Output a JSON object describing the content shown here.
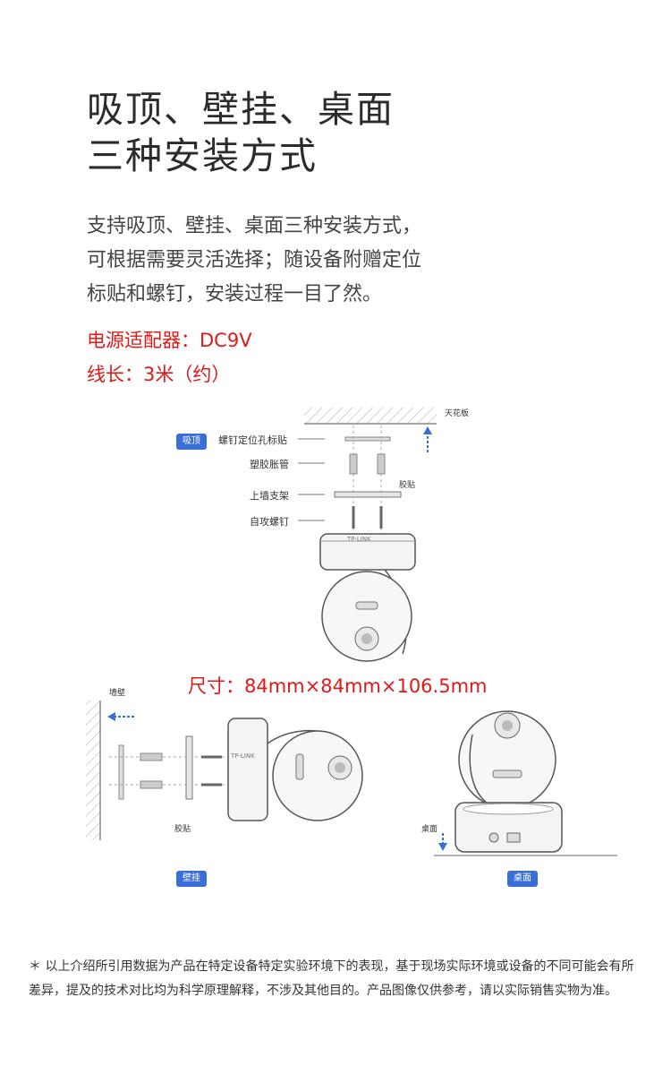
{
  "title": {
    "line1": "吸顶、壁挂、桌面",
    "line2": "三种安装方式"
  },
  "description": [
    "支持吸顶、壁挂、桌面三种安装方式，",
    "可根据需要灵活选择；随设备附赠定位",
    "标贴和螺钉，安装过程一目了然。"
  ],
  "specs": {
    "adapter": "电源适配器：DC9V",
    "cable": "线长：3米（约）"
  },
  "ceiling": {
    "tag": "吸顶",
    "ceiling_label": "天花板",
    "glue_label": "胶贴",
    "parts": [
      "螺钉定位孔标贴",
      "塑胶胀管",
      "上墙支架",
      "自攻螺钉"
    ],
    "brand": "TP-LINK"
  },
  "dimensions": "尺寸：84mm×84mm×106.5mm",
  "wall": {
    "tag": "壁挂",
    "wall_label": "墙壁",
    "glue_label": "胶贴",
    "brand": "TP-LINK"
  },
  "desk": {
    "tag": "桌面",
    "desk_label": "桌面"
  },
  "footer": "＊ 以上介绍所引用数据为产品在特定设备特定实验环境下的表现，基于现场实际环境或设备的不同可能会有所差异，提及的技术对比均为科学原理解释，不涉及其他目的。产品图像仅供参考，请以实际销售实物为准。",
  "colors": {
    "accent_blue": "#3a6fd8",
    "highlight_red": "#e01818"
  }
}
